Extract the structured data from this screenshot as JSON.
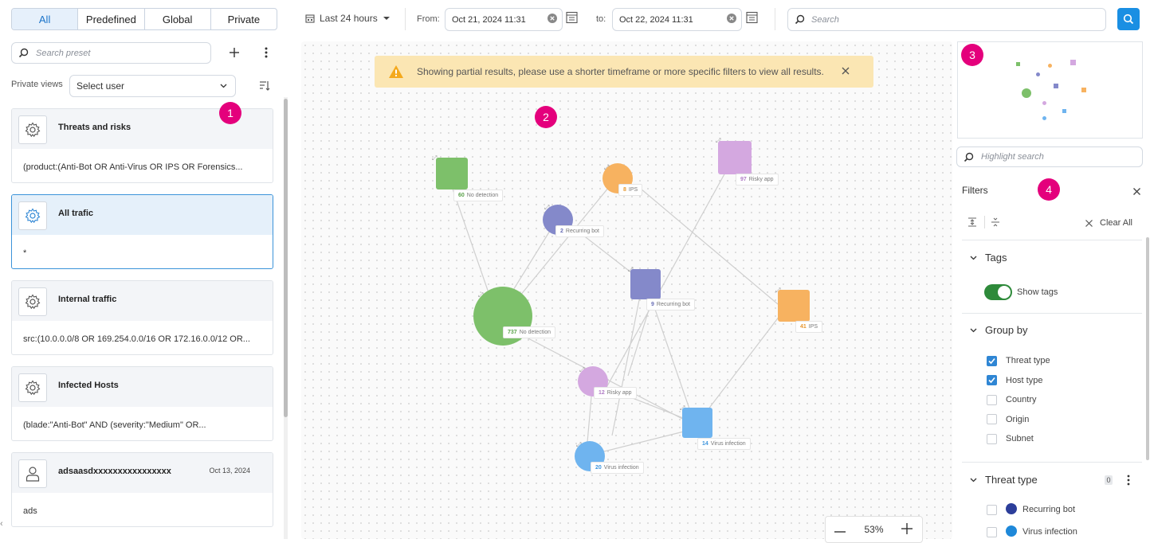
{
  "left": {
    "tabs": [
      "All",
      "Predefined",
      "Global",
      "Private"
    ],
    "search_placeholder": "Search preset",
    "private_views_label": "Private views",
    "select_user": "Select user",
    "presets": [
      {
        "title": "Threats and risks",
        "query": "(product:(Anti-Bot OR Anti-Virus OR IPS OR Forensics...",
        "date": "",
        "icon": "gear-icon"
      },
      {
        "title": "All trafic",
        "query": "*",
        "date": "",
        "icon": "gear-icon"
      },
      {
        "title": "Internal traffic",
        "query": "src:(10.0.0.0/8 OR 169.254.0.0/16 OR 172.16.0.0/12 OR...",
        "date": "",
        "icon": "gear-icon"
      },
      {
        "title": "Infected Hosts",
        "query": "(blade:\"Anti-Bot\" AND (severity:\"Medium\" OR...",
        "date": "",
        "icon": "gear-icon"
      },
      {
        "title": "adsaasdxxxxxxxxxxxxxxxx",
        "query": "ads",
        "date": "Oct 13, 2024",
        "icon": "user-icon"
      }
    ]
  },
  "topbar": {
    "timeframe": "Last 24 hours",
    "from_label": "From:",
    "from_value": "Oct 21, 2024 11:31",
    "to_label": "to:",
    "to_value": "Oct 22, 2024 11:31",
    "search_placeholder": "Search"
  },
  "canvas": {
    "warning": "Showing partial results, please use a shorter timeframe or more specific filters to view all results.",
    "zoom": "53%",
    "nodes": [
      {
        "count": "60",
        "label": "No detection",
        "color": "#7dc06a"
      },
      {
        "count": "8",
        "label": "IPS",
        "color": "#f7b260"
      },
      {
        "count": "97",
        "label": "Risky app",
        "color": "#d4a8e0"
      },
      {
        "count": "2",
        "label": "Recurring bot",
        "color": "#8489ca"
      },
      {
        "count": "9",
        "label": "Recurring bot",
        "color": "#8489ca"
      },
      {
        "count": "41",
        "label": "IPS",
        "color": "#f7b260"
      },
      {
        "count": "737",
        "label": "No detection",
        "color": "#7dc06a"
      },
      {
        "count": "12",
        "label": "Risky app",
        "color": "#d4a8e0"
      },
      {
        "count": "14",
        "label": "Virus infection",
        "color": "#6fb4ef"
      },
      {
        "count": "20",
        "label": "Virus infection",
        "color": "#6fb4ef"
      }
    ]
  },
  "badges": [
    "1",
    "2",
    "3",
    "4"
  ],
  "right": {
    "highlight_placeholder": "Highlight search",
    "filters_title": "Filters",
    "clear_all": "Clear All",
    "tags_title": "Tags",
    "show_tags": "Show tags",
    "group_by_title": "Group by",
    "group_by": [
      {
        "label": "Threat type",
        "checked": true
      },
      {
        "label": "Host type",
        "checked": true
      },
      {
        "label": "Country",
        "checked": false
      },
      {
        "label": "Origin",
        "checked": false
      },
      {
        "label": "Subnet",
        "checked": false
      }
    ],
    "threat_type_title": "Threat type",
    "threat_type_count": "0",
    "threat_types": [
      {
        "label": "Recurring bot",
        "color": "#2c3e9a"
      },
      {
        "label": "Virus infection",
        "color": "#1e88d9"
      }
    ]
  }
}
